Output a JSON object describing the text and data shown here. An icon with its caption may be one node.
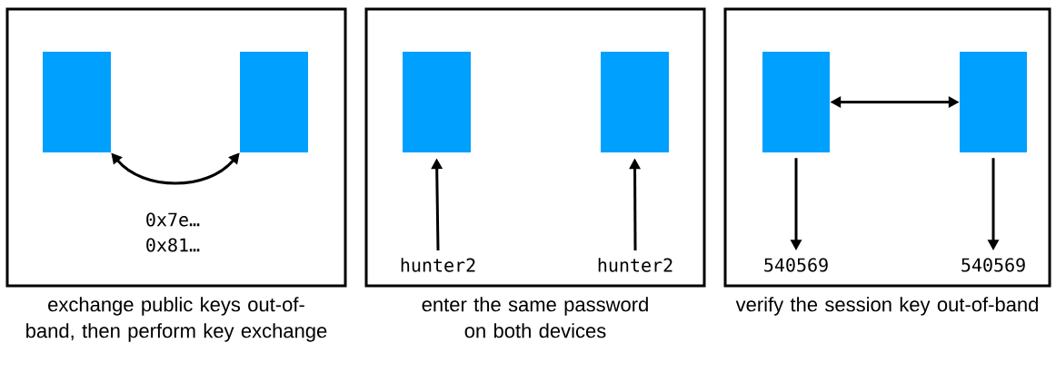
{
  "diagram": {
    "nodes": [
      {
        "text": [
          "exchange public keys out-of-band, then perform key exchange"
        ]
      },
      {
        "text": [],
        "shape": "box",
        "in": 0
      },
      {
        "text": [],
        "shape": "box",
        "in": 0
      },
      {
        "text": [
          "enter the same password on both devices"
        ]
      },
      {
        "text": [],
        "shape": "box",
        "in": 3
      },
      {
        "text": [],
        "shape": "box",
        "in": 3
      },
      {
        "text": [
          "hunter2"
        ],
        "in": 3
      },
      {
        "text": [
          "hunter2"
        ],
        "in": 3
      },
      {
        "text": [
          "verify the session key out-of-band"
        ]
      },
      {
        "text": [],
        "shape": "box",
        "in": 8
      },
      {
        "text": [],
        "shape": "box",
        "in": 8
      },
      {
        "text": [
          "540569"
        ],
        "in": 8
      },
      {
        "text": [
          "540569"
        ],
        "in": 8
      }
    ],
    "edges": [
      {
        "from": 1,
        "to": 2,
        "arrow": "both"
      },
      {
        "from": 6,
        "to": 4,
        "arrow": "to"
      },
      {
        "from": 7,
        "to": 5,
        "arrow": "to"
      },
      {
        "from": 9,
        "to": 10,
        "arrow": "both"
      },
      {
        "from": 9,
        "to": 11,
        "arrow": "to"
      },
      {
        "from": 10,
        "to": 12,
        "arrow": "to"
      }
    ],
    "labels": [
      "0x7e…",
      "0x81…"
    ]
  }
}
